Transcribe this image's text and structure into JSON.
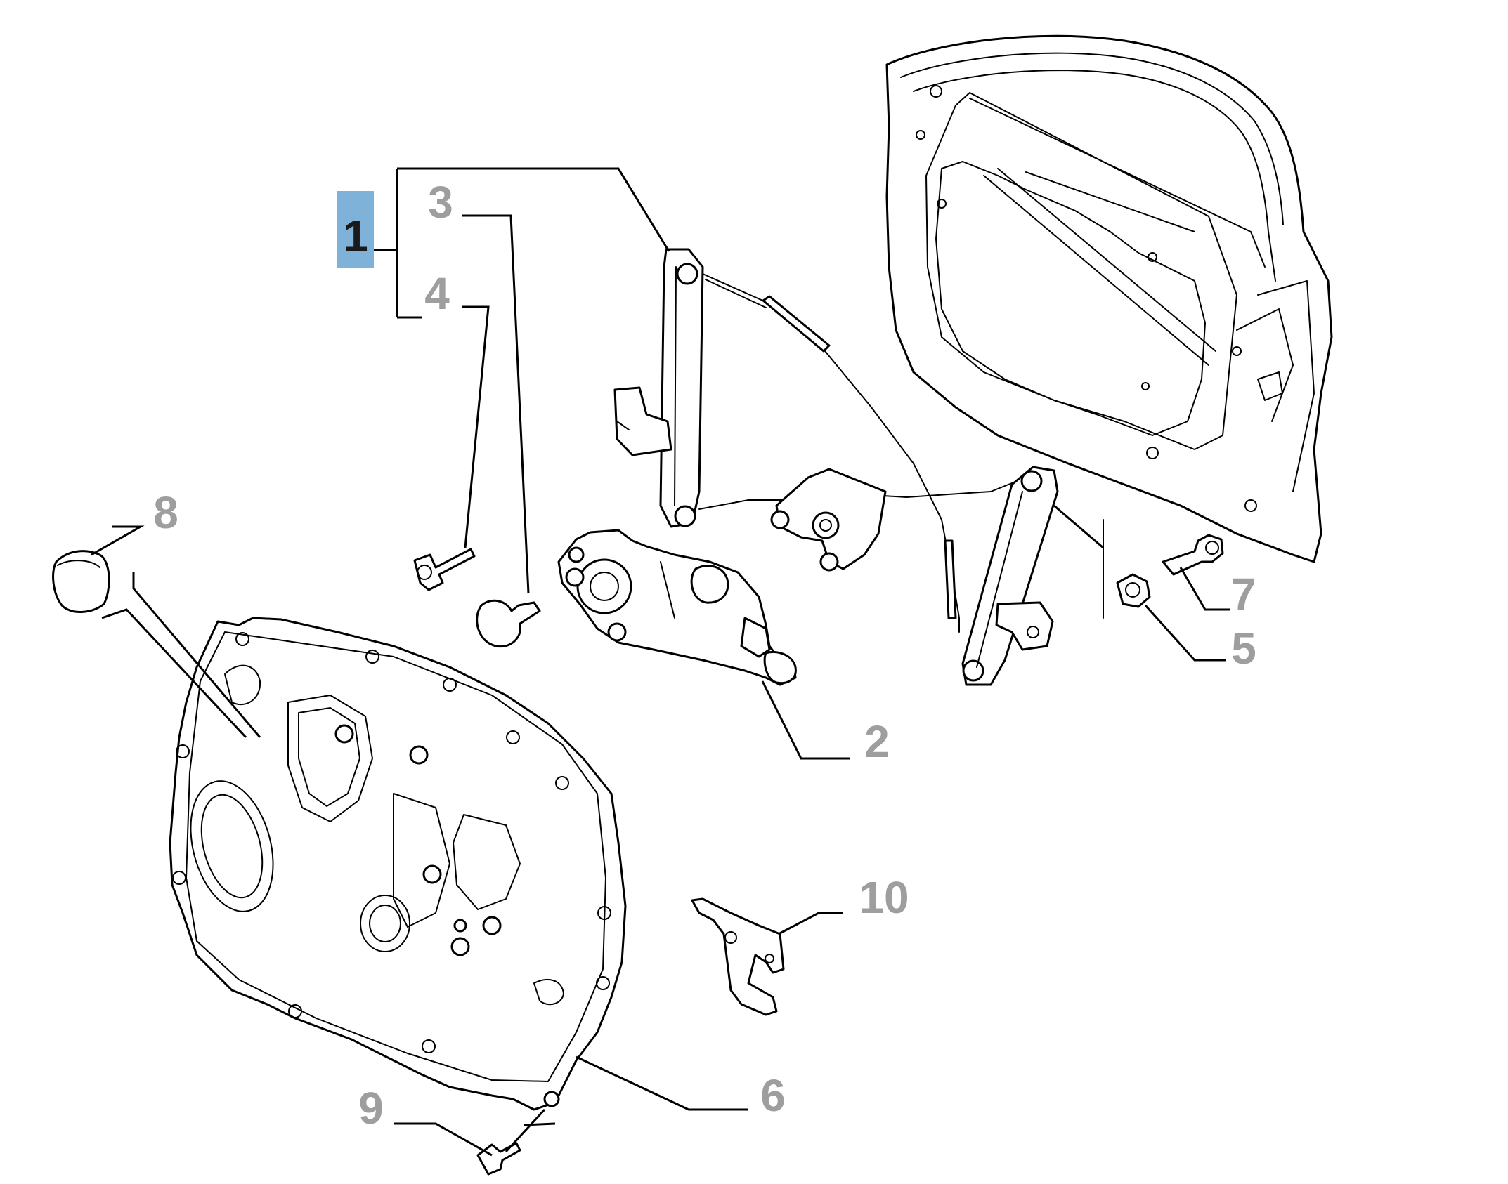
{
  "diagram": {
    "selected_callout": "1",
    "callouts": [
      {
        "id": "c1",
        "label": "1",
        "selected": true
      },
      {
        "id": "c2",
        "label": "2",
        "selected": false
      },
      {
        "id": "c3",
        "label": "3",
        "selected": false
      },
      {
        "id": "c4",
        "label": "4",
        "selected": false
      },
      {
        "id": "c5",
        "label": "5",
        "selected": false
      },
      {
        "id": "c6",
        "label": "6",
        "selected": false
      },
      {
        "id": "c7",
        "label": "7",
        "selected": false
      },
      {
        "id": "c8",
        "label": "8",
        "selected": false
      },
      {
        "id": "c9",
        "label": "9",
        "selected": false
      },
      {
        "id": "c10",
        "label": "10",
        "selected": false
      }
    ],
    "colors": {
      "callout_default": "#9e9e9e",
      "callout_selected_bg": "#7fb2d8",
      "callout_selected_text": "#1a1a1a",
      "line_art": "#000000",
      "background": "#ffffff"
    }
  }
}
